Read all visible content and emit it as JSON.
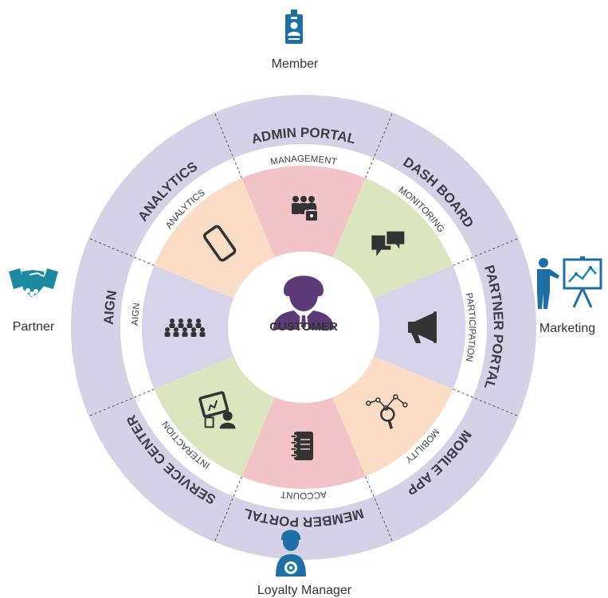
{
  "roles": {
    "top": {
      "label": "Member",
      "icon": "id-badge-icon"
    },
    "left": {
      "label": "Partner",
      "icon": "handshake-icon"
    },
    "right": {
      "label": "Marketing",
      "icon": "presentation-icon"
    },
    "bottom": {
      "label": "Loyalty Manager",
      "icon": "manager-gear-icon"
    }
  },
  "outer_ring": [
    {
      "label": "MEMBER PORTAL"
    },
    {
      "label": "SERVICE CENTER"
    },
    {
      "label": "CAMPAIGN"
    },
    {
      "label": "ANALYTICS"
    },
    {
      "label": "ADMIN PORTAL"
    },
    {
      "label": "DASH BOARD"
    },
    {
      "label": "PARTNER PORTAL"
    },
    {
      "label": "MOBILE APP"
    }
  ],
  "segments": [
    {
      "label": "ACCOUNT",
      "icon": "group-lock-icon",
      "color": "#f2c4c8"
    },
    {
      "label": "INTERACTION",
      "icon": "chat-bubbles-icon",
      "color": "#dbe6bf"
    },
    {
      "label": "CAMPAIGN",
      "icon": "megaphone-icon",
      "color": "#d6d3ea"
    },
    {
      "label": "ANALYTICS",
      "icon": "analytics-magnifier-icon",
      "color": "#fbdcc4"
    },
    {
      "label": "MANAGEMENT",
      "icon": "notebook-icon",
      "color": "#f2c4c8"
    },
    {
      "label": "MONITORING",
      "icon": "monitor-person-icon",
      "color": "#dbe6bf"
    },
    {
      "label": "PARTICIPATION",
      "icon": "crowd-icon",
      "color": "#d6d3ea"
    },
    {
      "label": "MOBILITY",
      "icon": "smartphone-icon",
      "color": "#fbdcc4"
    }
  ],
  "center": {
    "label": "CUSTOMER",
    "icon": "customer-person-icon"
  },
  "colors": {
    "outer_ring": "#d5d2e8",
    "outer_text": "#3c3c46",
    "inner_text": "#3c3c46",
    "icon_dark": "#333333",
    "center_icon": "#5c3a78",
    "role_icon": "#1d6fa5",
    "role_icon_teal": "#1b8aa0"
  }
}
